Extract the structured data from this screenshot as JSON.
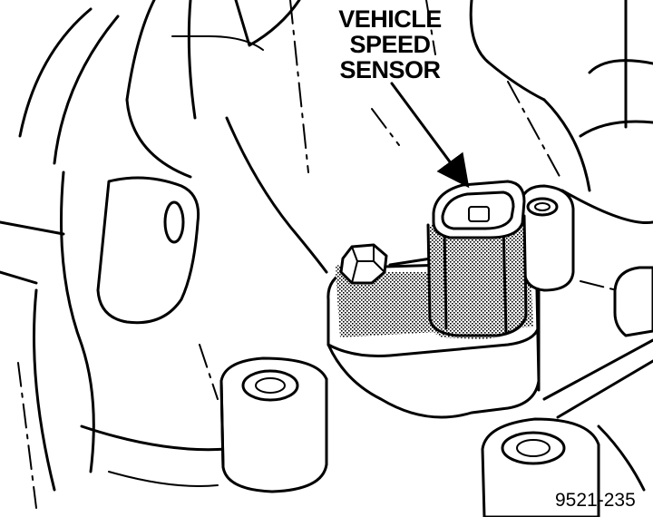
{
  "callout": {
    "line1": "VEHICLE",
    "line2": "SPEED",
    "line3": "SENSOR"
  },
  "figure_number": "9521-235"
}
